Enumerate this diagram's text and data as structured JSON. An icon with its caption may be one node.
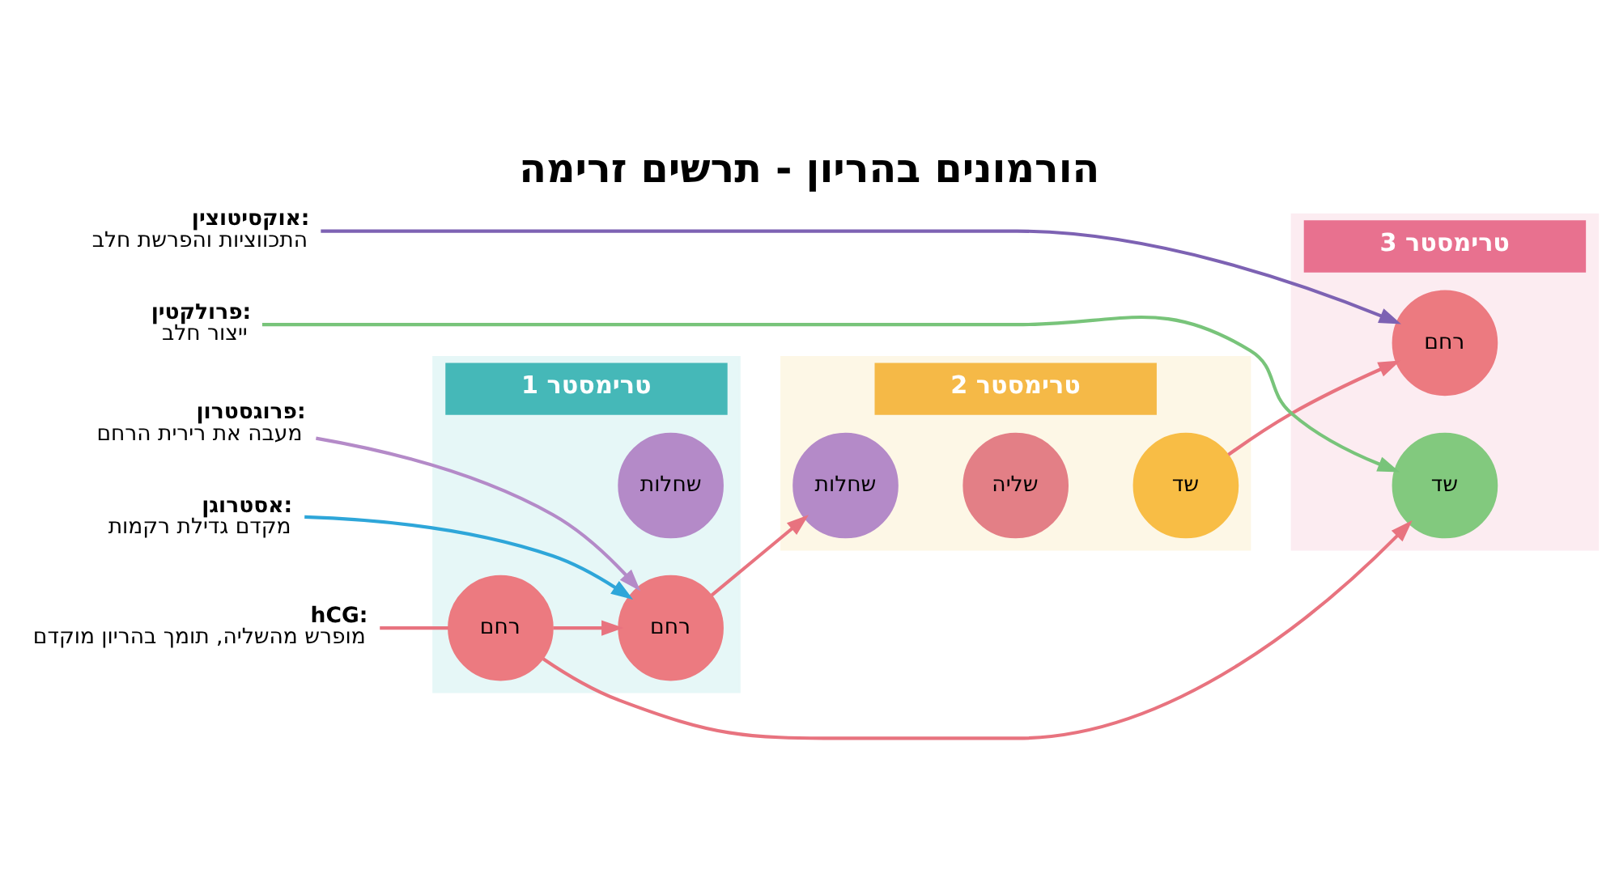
{
  "diagram": {
    "title": "הורמונים בהריון - תרשים זרימה",
    "nodes": [
      {
        "text": [
          "טרימסטר 1"
        ]
      },
      {
        "text": [
          "טרימסטר 2"
        ]
      },
      {
        "text": [
          "טרימסטר 3"
        ]
      },
      {
        "text": [
          "hCG:",
          "מופרש מהשליה, תומך בהריון מוקדם"
        ]
      },
      {
        "text": [
          "רחם"
        ],
        "in": 0
      },
      {
        "text": [
          "שחלות"
        ],
        "in": 0
      },
      {
        "text": [
          "פרוגסטרון:",
          "מעבה את רירית הרחם"
        ]
      },
      {
        "text": [
          "אסטרוגן:",
          "מקדם גדילת רקמות"
        ]
      },
      {
        "text": [
          "רחם"
        ],
        "in": 0
      },
      {
        "text": [
          "שחלות"
        ],
        "in": 1
      },
      {
        "text": [
          "שליה"
        ],
        "in": 1
      },
      {
        "text": [
          "שד"
        ],
        "in": 1
      },
      {
        "text": [
          "פרולקטין:",
          "ייצור חלב"
        ]
      },
      {
        "text": [
          "אוקסיטוצין:",
          "התכווציות והפרשת חלב"
        ]
      },
      {
        "text": [
          "שד"
        ],
        "in": 2
      },
      {
        "text": [
          "רחם"
        ],
        "in": 2
      }
    ],
    "edges": [
      {
        "from": 3,
        "to": 4,
        "arrow": "none"
      },
      {
        "from": 4,
        "to": 8,
        "arrow": "to"
      },
      {
        "from": 4,
        "to": 14,
        "arrow": "to"
      },
      {
        "from": 6,
        "to": 8,
        "arrow": "to",
        "color": "#b48ac8"
      },
      {
        "from": 7,
        "to": 8,
        "arrow": "to",
        "color": "#2ea6d9"
      },
      {
        "from": 8,
        "to": 9,
        "arrow": "to"
      },
      {
        "from": 11,
        "to": 15,
        "arrow": "to"
      },
      {
        "from": 12,
        "to": 14,
        "arrow": "to",
        "color": "#78c47a"
      },
      {
        "from": 13,
        "to": 15,
        "arrow": "to",
        "color": "#7d62b3"
      }
    ]
  }
}
